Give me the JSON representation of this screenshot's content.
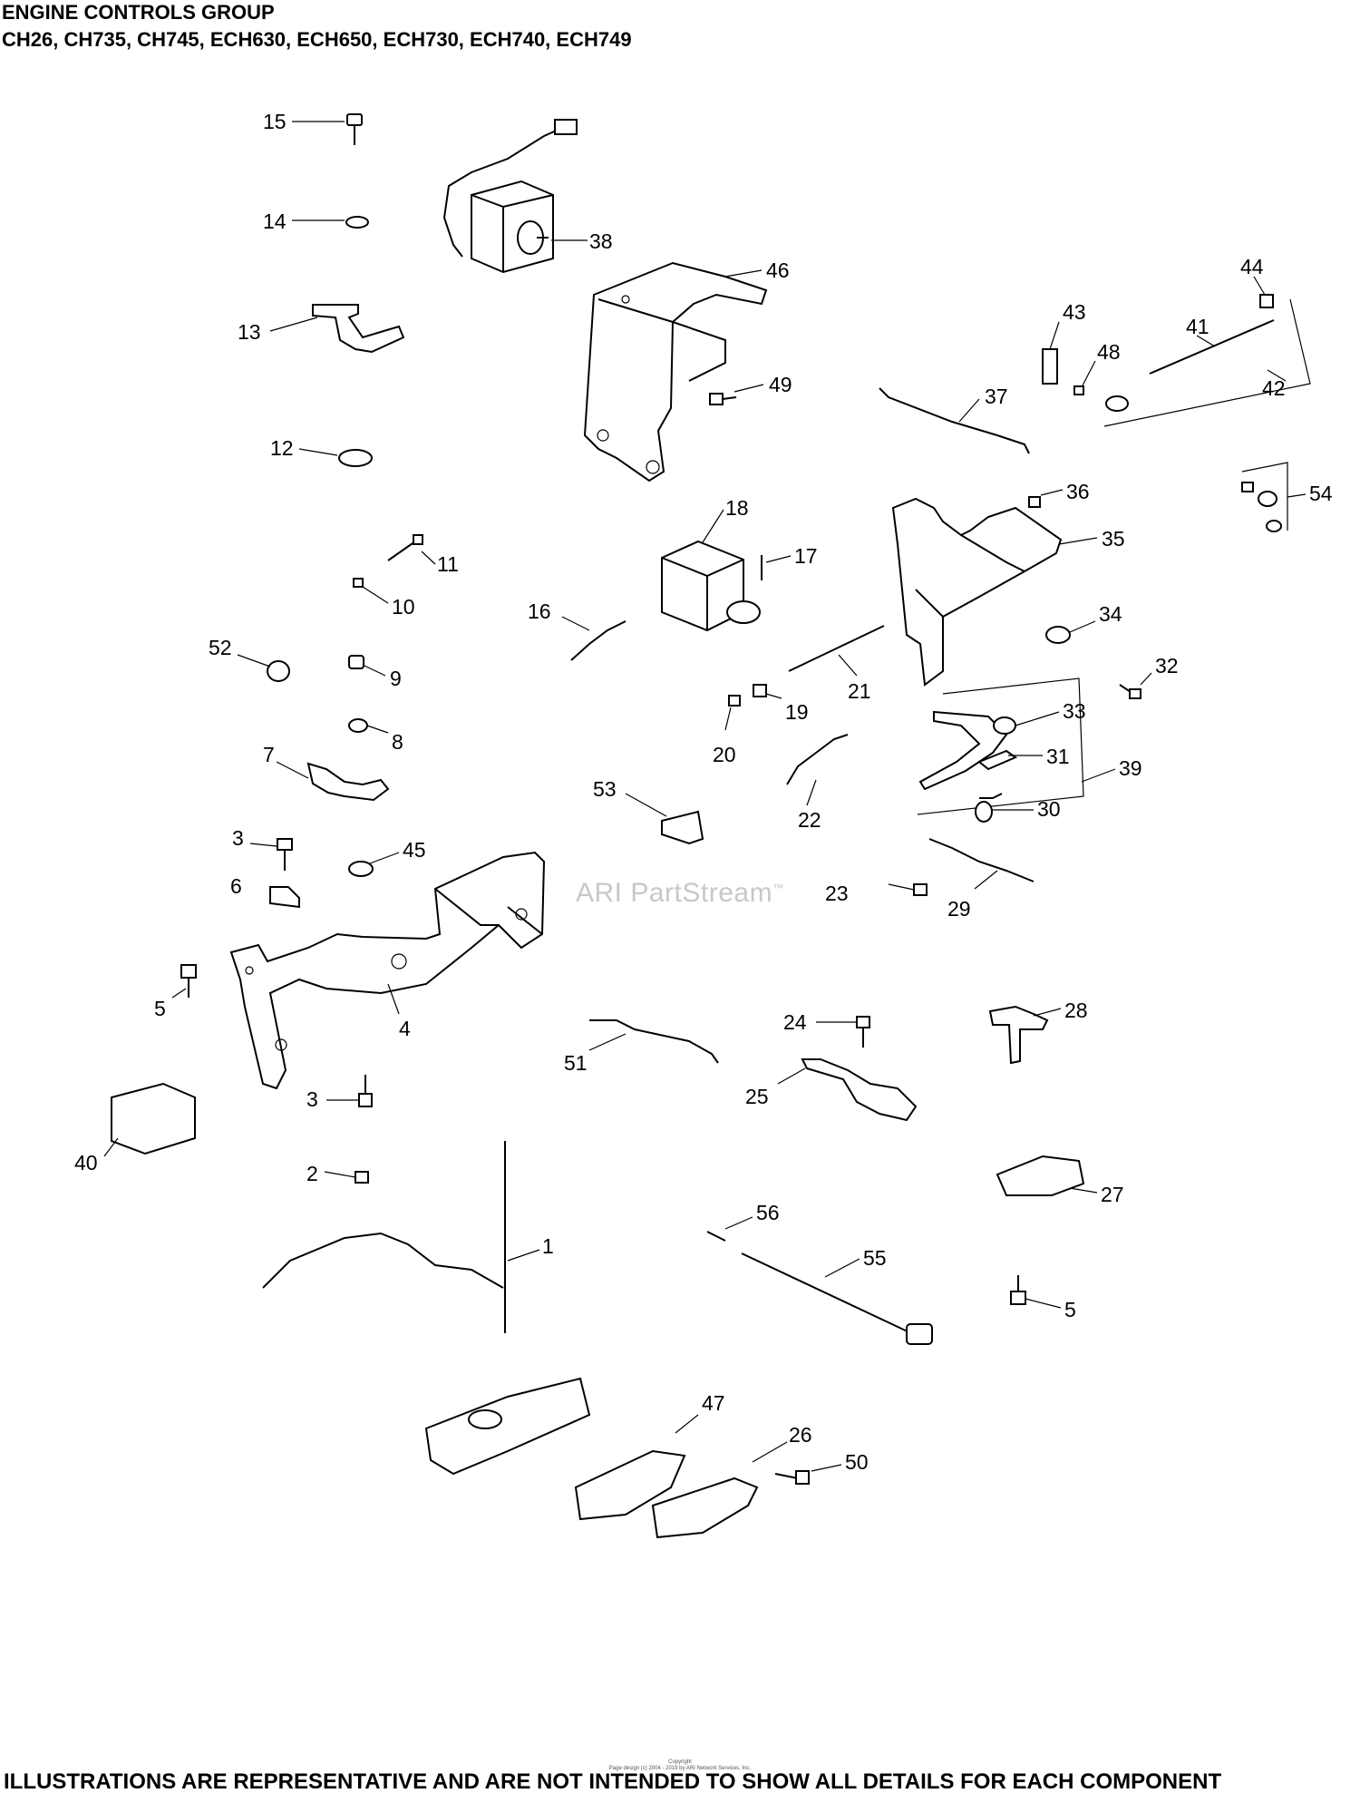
{
  "header": {
    "title": "ENGINE CONTROLS GROUP",
    "models": "CH26, CH735, CH745, ECH630,  ECH650,  ECH730, ECH740, ECH749"
  },
  "watermark": {
    "text": "ARI PartStream",
    "mark": "™"
  },
  "copyright": {
    "line1": "Copyright",
    "line2": "Page design (c) 2004 - 2019 by ARI Network Services, Inc."
  },
  "footer": {
    "disclaimer": "ILLUSTRATIONS ARE REPRESENTATIVE AND ARE NOT INTENDED TO SHOW ALL DETAILS FOR EACH COMPONENT"
  },
  "part_callouts": [
    "15",
    "14",
    "38",
    "46",
    "13",
    "44",
    "43",
    "41",
    "48",
    "49",
    "42",
    "37",
    "12",
    "36",
    "54",
    "18",
    "35",
    "17",
    "11",
    "10",
    "16",
    "34",
    "52",
    "9",
    "32",
    "21",
    "19",
    "33",
    "8",
    "20",
    "31",
    "39",
    "7",
    "53",
    "30",
    "22",
    "3",
    "45",
    "6",
    "23",
    "29",
    "28",
    "5",
    "4",
    "24",
    "51",
    "25",
    "3",
    "40",
    "2",
    "27",
    "56",
    "1",
    "55",
    "5",
    "47",
    "26",
    "50"
  ]
}
